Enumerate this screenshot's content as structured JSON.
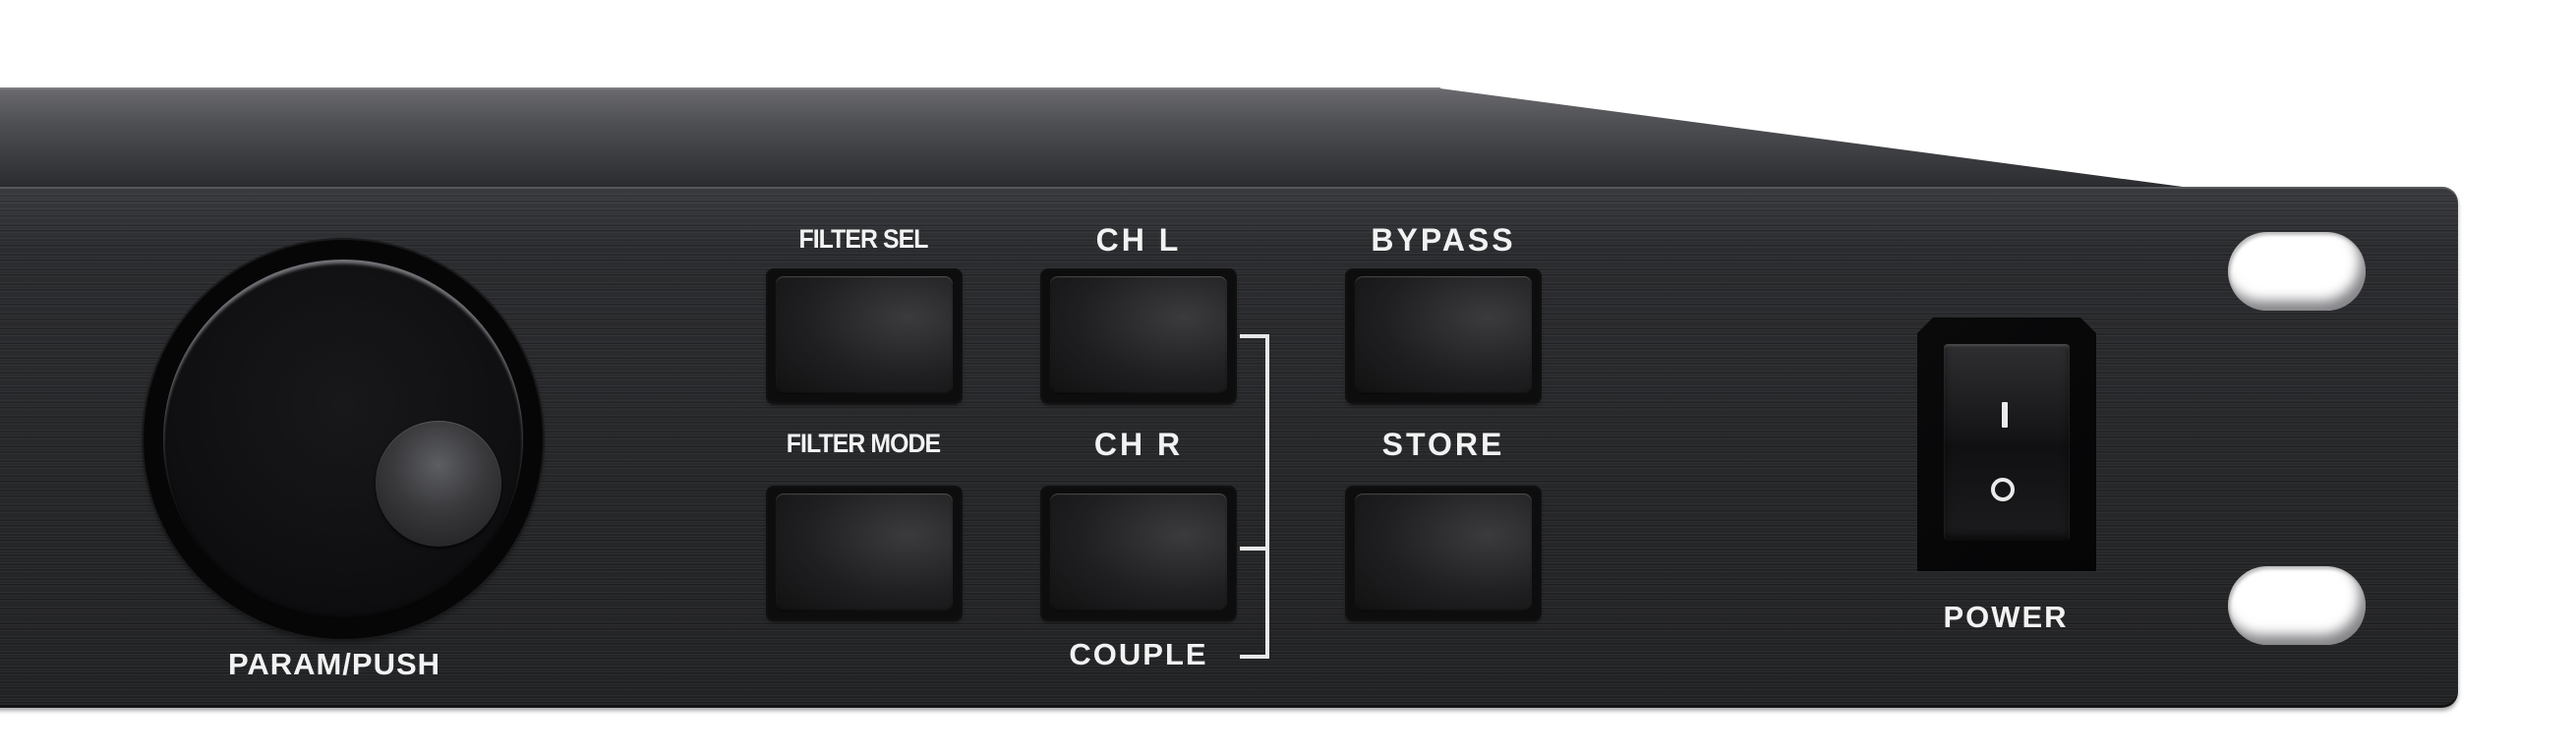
{
  "device": {
    "knob": {
      "label": "PARAM/PUSH"
    },
    "buttons": {
      "filter_sel": "FILTER SEL",
      "filter_mode": "FILTER MODE",
      "ch_l": "CH L",
      "ch_r": "CH R",
      "couple": "COUPLE",
      "bypass": "BYPASS",
      "store": "STORE"
    },
    "power": {
      "label": "POWER",
      "on_symbol": "I",
      "off_symbol": "O"
    }
  },
  "colors": {
    "panel": "#262729",
    "label": "#f2f2f2",
    "button": "#1f1f21"
  }
}
